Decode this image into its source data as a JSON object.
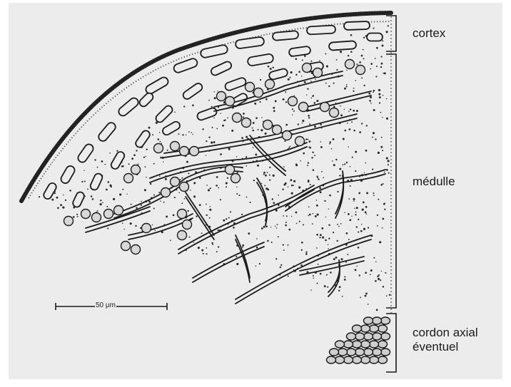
{
  "figure": {
    "labels": {
      "cortex": "cortex",
      "medulle": "médulle",
      "cordon_line1": "cordon axial",
      "cordon_line2": "éventuel"
    },
    "scale_bar": {
      "label": "50 μm"
    }
  },
  "colors": {
    "background": "#ececec",
    "ink": "#1b1b1b"
  }
}
